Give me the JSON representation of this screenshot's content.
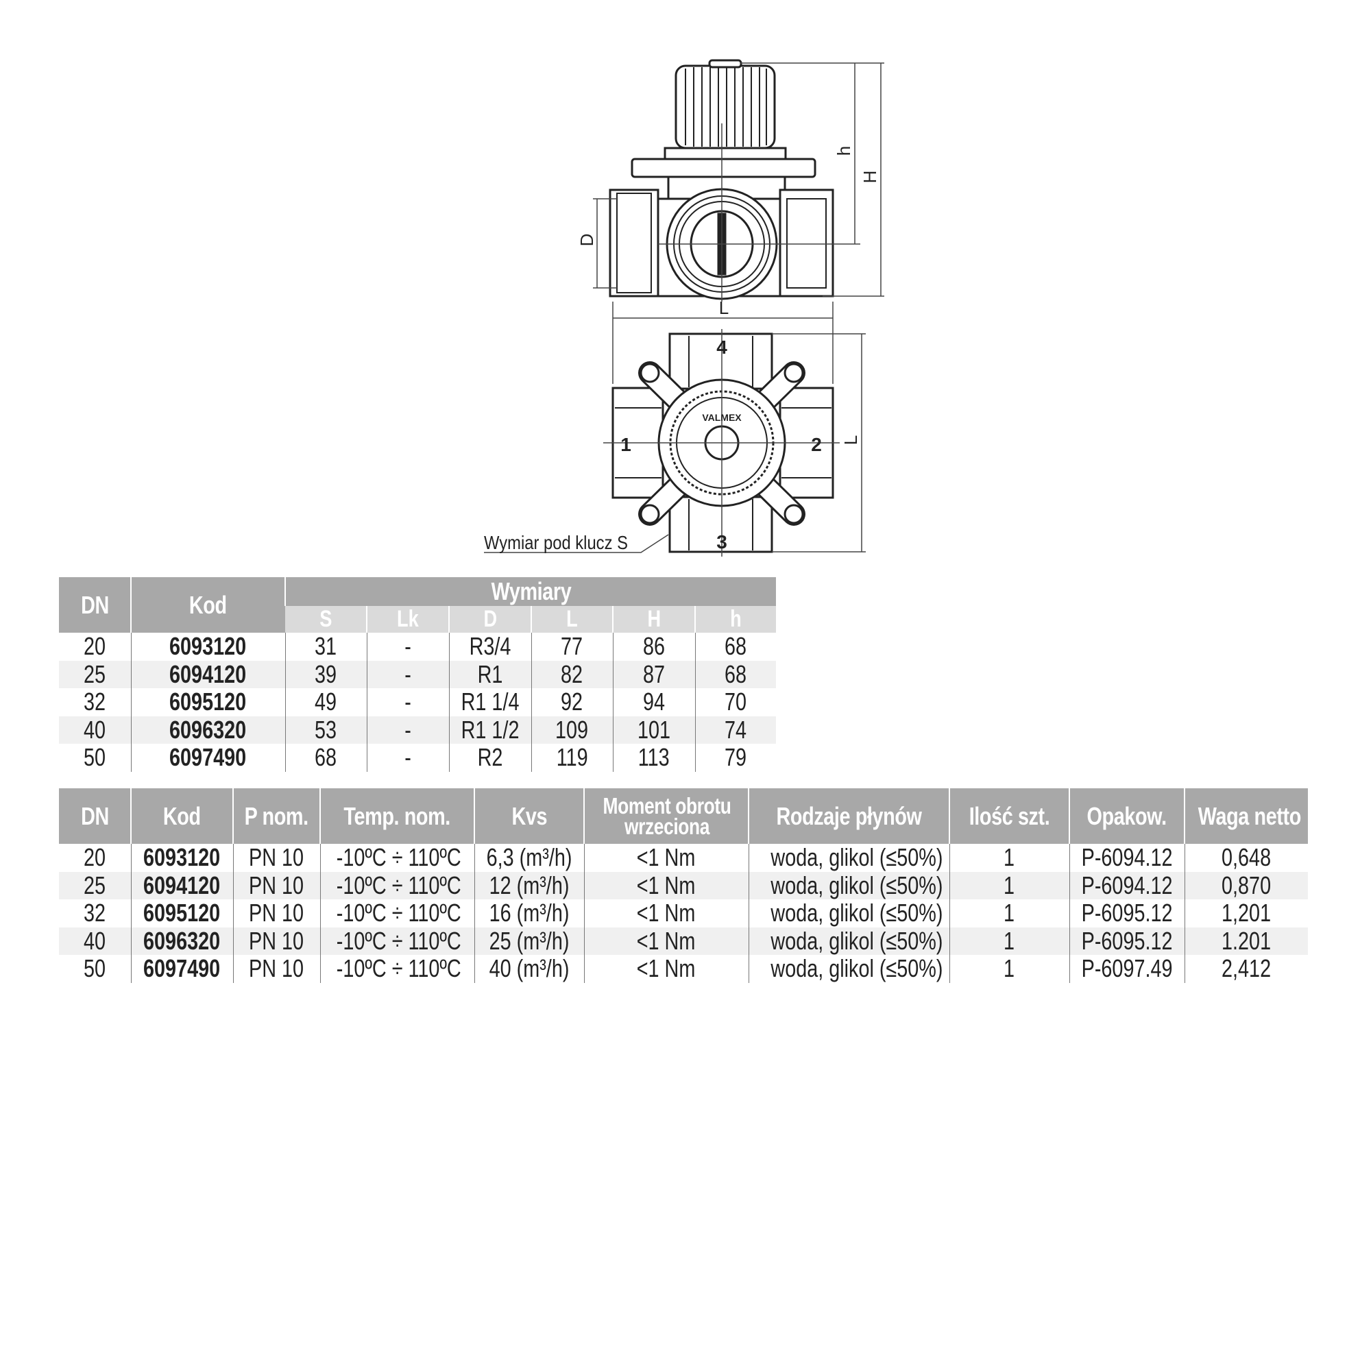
{
  "drawing": {
    "dim_labels": {
      "h": "h",
      "H": "H",
      "D": "D",
      "L_top": "L",
      "L_side": "L"
    },
    "port_numbers": [
      "1",
      "2",
      "3",
      "4"
    ],
    "logo_text": "VALMEX",
    "wrench_label": "Wymiar pod klucz S"
  },
  "table_dimensions": {
    "headers": {
      "dn": "DN",
      "kod": "Kod",
      "group": "Wymiary"
    },
    "sub_headers": [
      "S",
      "Lk",
      "D",
      "L",
      "H",
      "h"
    ],
    "rows": [
      [
        "20",
        "6093120",
        "31",
        "-",
        "R3/4",
        "77",
        "86",
        "68"
      ],
      [
        "25",
        "6094120",
        "39",
        "-",
        "R1",
        "82",
        "87",
        "68"
      ],
      [
        "32",
        "6095120",
        "49",
        "-",
        "R1 1/4",
        "92",
        "94",
        "70"
      ],
      [
        "40",
        "6096320",
        "53",
        "-",
        "R1 1/2",
        "109",
        "101",
        "74"
      ],
      [
        "50",
        "6097490",
        "68",
        "-",
        "R2",
        "119",
        "113",
        "79"
      ]
    ]
  },
  "table_specs": {
    "headers": [
      "DN",
      "Kod",
      "P nom.",
      "Temp. nom.",
      "Kvs",
      "Moment obrotu wrzeciona",
      "Rodzaje płynów",
      "Ilość szt.",
      "Opakow.",
      "Waga netto"
    ],
    "rows": [
      [
        "20",
        "6093120",
        "PN 10",
        "-10ºC ÷ 110ºC",
        "6,3 (m³/h)",
        "<1 Nm",
        "woda, glikol (≤50%)",
        "1",
        "P-6094.12",
        "0,648"
      ],
      [
        "25",
        "6094120",
        "PN 10",
        "-10ºC ÷ 110ºC",
        "12 (m³/h)",
        "<1 Nm",
        "woda, glikol (≤50%)",
        "1",
        "P-6094.12",
        "0,870"
      ],
      [
        "32",
        "6095120",
        "PN 10",
        "-10ºC ÷ 110ºC",
        "16 (m³/h)",
        "<1 Nm",
        "woda, glikol (≤50%)",
        "1",
        "P-6095.12",
        "1,201"
      ],
      [
        "40",
        "6096320",
        "PN 10",
        "-10ºC ÷ 110ºC",
        "25 (m³/h)",
        "<1 Nm",
        "woda, glikol (≤50%)",
        "1",
        "P-6095.12",
        "1.201"
      ],
      [
        "50",
        "6097490",
        "PN 10",
        "-10ºC ÷ 110ºC",
        "40 (m³/h)",
        "<1 Nm",
        "woda, glikol (≤50%)",
        "1",
        "P-6097.49",
        "2,412"
      ]
    ]
  }
}
